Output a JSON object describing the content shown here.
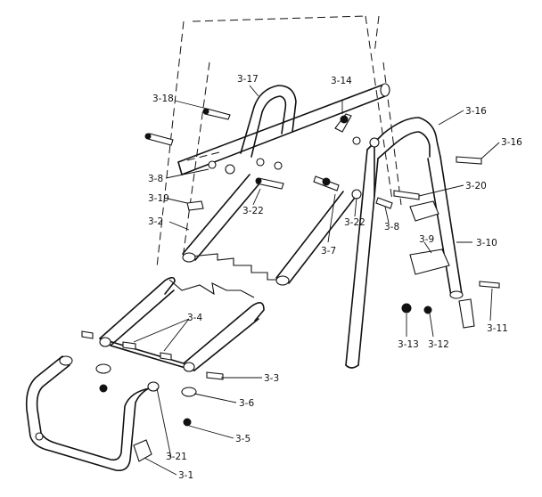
{
  "diagram": {
    "labels": {
      "p3_1": "3-1",
      "p3_2": "3-2",
      "p3_3": "3-3",
      "p3_4": "3-4",
      "p3_5": "3-5",
      "p3_6": "3-6",
      "p3_7": "3-7",
      "p3_8a": "3-8",
      "p3_8b": "3-8",
      "p3_9": "3-9",
      "p3_10": "3-10",
      "p3_11": "3-11",
      "p3_12": "3-12",
      "p3_13": "3-13",
      "p3_14": "3-14",
      "p3_16a": "3-16",
      "p3_16b": "3-16",
      "p3_17": "3-17",
      "p3_18": "3-18",
      "p3_19": "3-19",
      "p3_20": "3-20",
      "p3_21": "3-21",
      "p3_22a": "3-22",
      "p3_22b": "3-22"
    }
  }
}
